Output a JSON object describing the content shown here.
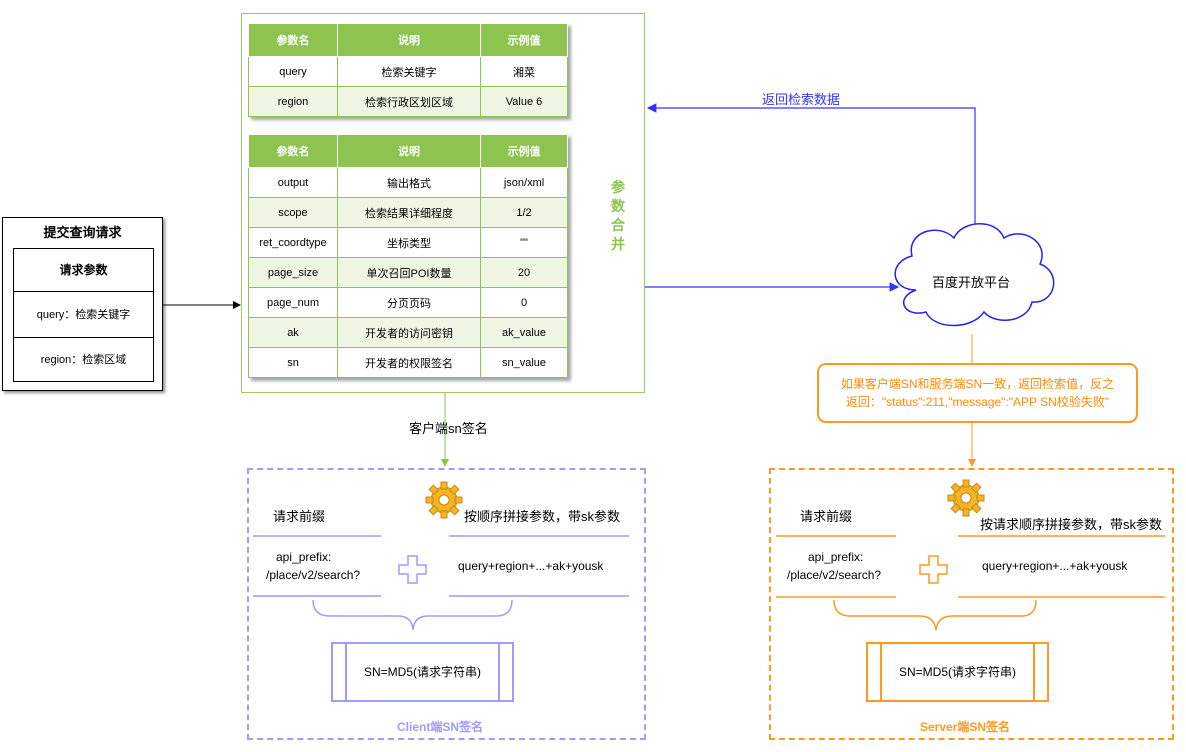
{
  "request_box": {
    "title": "提交查询请求",
    "header": "请求参数",
    "rows": [
      "query：检索关键字",
      "region：检索区域"
    ]
  },
  "table_top": {
    "headers": [
      "参数名",
      "说明",
      "示例值"
    ],
    "rows": [
      [
        "query",
        "检索关键字",
        "湘菜"
      ],
      [
        "region",
        "检索行政区划区域",
        "Value 6"
      ]
    ]
  },
  "table_bottom": {
    "headers": [
      "参数名",
      "说明",
      "示例值"
    ],
    "rows": [
      [
        "output",
        "输出格式",
        "json/xml"
      ],
      [
        "scope",
        "检索结果详细程度",
        "1/2"
      ],
      [
        "ret_coordtype",
        "坐标类型",
        "\"\""
      ],
      [
        "page_size",
        "单次召回POI数量",
        "20"
      ],
      [
        "page_num",
        "分页页码",
        "0"
      ],
      [
        "ak",
        "开发者的访问密钥",
        "ak_value"
      ],
      [
        "sn",
        "开发者的权限签名",
        "sn_value"
      ]
    ]
  },
  "merge_label": "参数合并",
  "return_label": "返回检索数据",
  "cloud_label": "百度开放平台",
  "client_sign_label": "客户端sn签名",
  "note": {
    "line1": "如果客户端SN和服务端SN一致，返回检索值，反之",
    "line2": "返回：\"status\":211,\"message\":\"APP SN校验失败\""
  },
  "client_panel": {
    "prefix_label": "请求前缀",
    "concat_label": "按顺序拼接参数，带sk参数",
    "prefix_value_1": "api_prefix:",
    "prefix_value_2": "/place/v2/search?",
    "concat_value": "query+region+...+ak+yousk",
    "md5": "SN=MD5(请求字符串)",
    "title": "Client端SN签名"
  },
  "server_panel": {
    "prefix_label": "请求前缀",
    "concat_label": "按请求顺序拼接参数，带sk参数",
    "prefix_value_1": "api_prefix:",
    "prefix_value_2": "/place/v2/search?",
    "concat_value": "query+region+...+ak+yousk",
    "md5": "SN=MD5(请求字符串)",
    "title": "Server端SN签名"
  },
  "colors": {
    "green": "#8DC450",
    "blue": "#3333FF",
    "purple": "#9F9BFF",
    "orange": "#FF9A1F"
  },
  "icons": [
    "gear-icon",
    "plus-icon",
    "cloud-icon",
    "brace-icon"
  ]
}
